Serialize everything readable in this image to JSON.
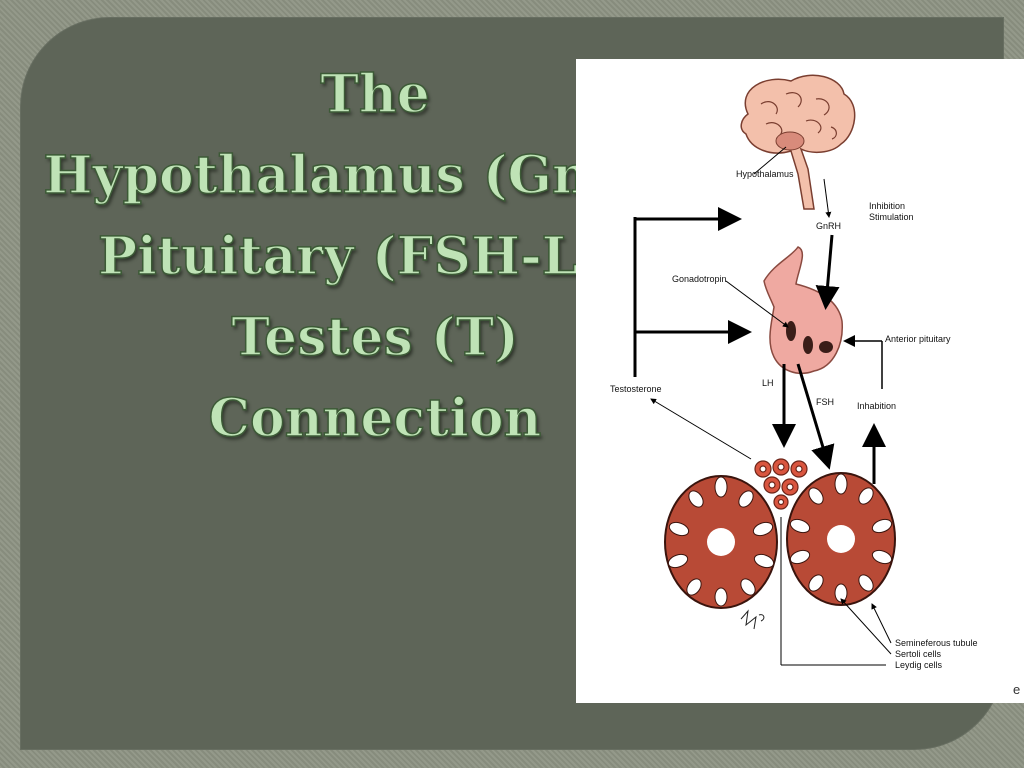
{
  "slide": {
    "title_lines": [
      "The",
      "Hypothalamus (GnRH)",
      "Pituitary (FSH-LH)",
      "Testes (T)",
      "Connection"
    ]
  },
  "diagram": {
    "labels": {
      "hypothalamus": "Hypothalamus",
      "inhibition": "Inhibition",
      "stimulation": "Stimulation",
      "gnrh": "GnRH",
      "gonadotropin": "Gonadotropin",
      "anterior_pituitary": "Anterior pituitary",
      "testosterone": "Testosterone",
      "lh": "LH",
      "fsh": "FSH",
      "inhabition": "Inhabition",
      "seminiferous_tubule": "Semineferous tubule",
      "sertoli_cells": "Sertoli cells",
      "leydig_cells": "Leydig cells"
    }
  },
  "colors": {
    "background": "#8e9484",
    "panel": "#5e6558",
    "title_fill": "#bfe3b6",
    "title_outline": "#3c5a36",
    "brain": "#f3c0ab",
    "pituitary": "#efa9a1",
    "testis": "#b84a36"
  }
}
